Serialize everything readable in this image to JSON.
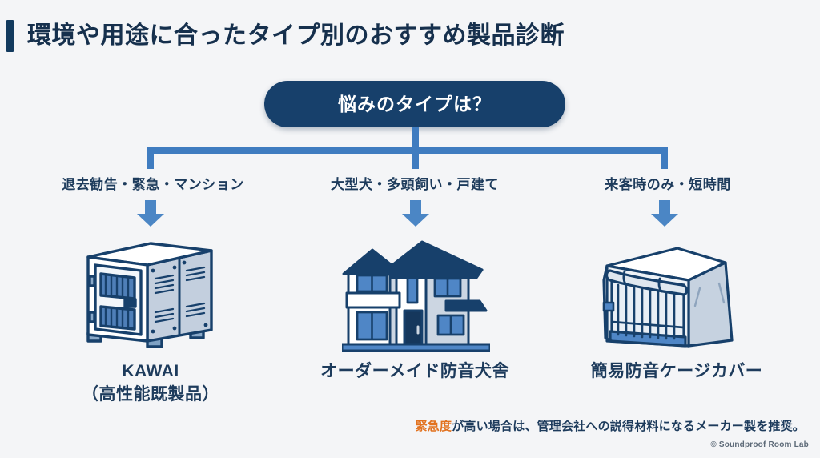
{
  "page": {
    "background_color": "#f4f5f7",
    "title": "環境や用途に合ったタイプ別のおすすめ製品診断",
    "title_accent_color": "#123a5e"
  },
  "decision": {
    "question_label": "悩みのタイプは？",
    "question_bg_color": "#17406b",
    "question_text_color": "#ffffff",
    "connector_color": "#3f7cc0",
    "arrow_color": "#4b86c5"
  },
  "branches": [
    {
      "condition": "退去勧告・緊急・マンション",
      "icon": "soundproof-cabinet-icon",
      "product_lines": [
        "KAWAI",
        "（高性能既製品）"
      ]
    },
    {
      "condition": "大型犬・多頭飼い・戸建て",
      "icon": "house-icon",
      "product_lines": [
        "オーダーメイド防音犬舎"
      ]
    },
    {
      "condition": "来客時のみ・短時間",
      "icon": "covered-cage-icon",
      "product_lines": [
        "簡易防音ケージカバー"
      ]
    }
  ],
  "footnote": {
    "highlight": "緊急度",
    "highlight_color": "#e2721f",
    "rest": "が高い場合は、管理会社への説得材料になるメーカー製を推奨。"
  },
  "copyright": "© Soundproof Room Lab"
}
